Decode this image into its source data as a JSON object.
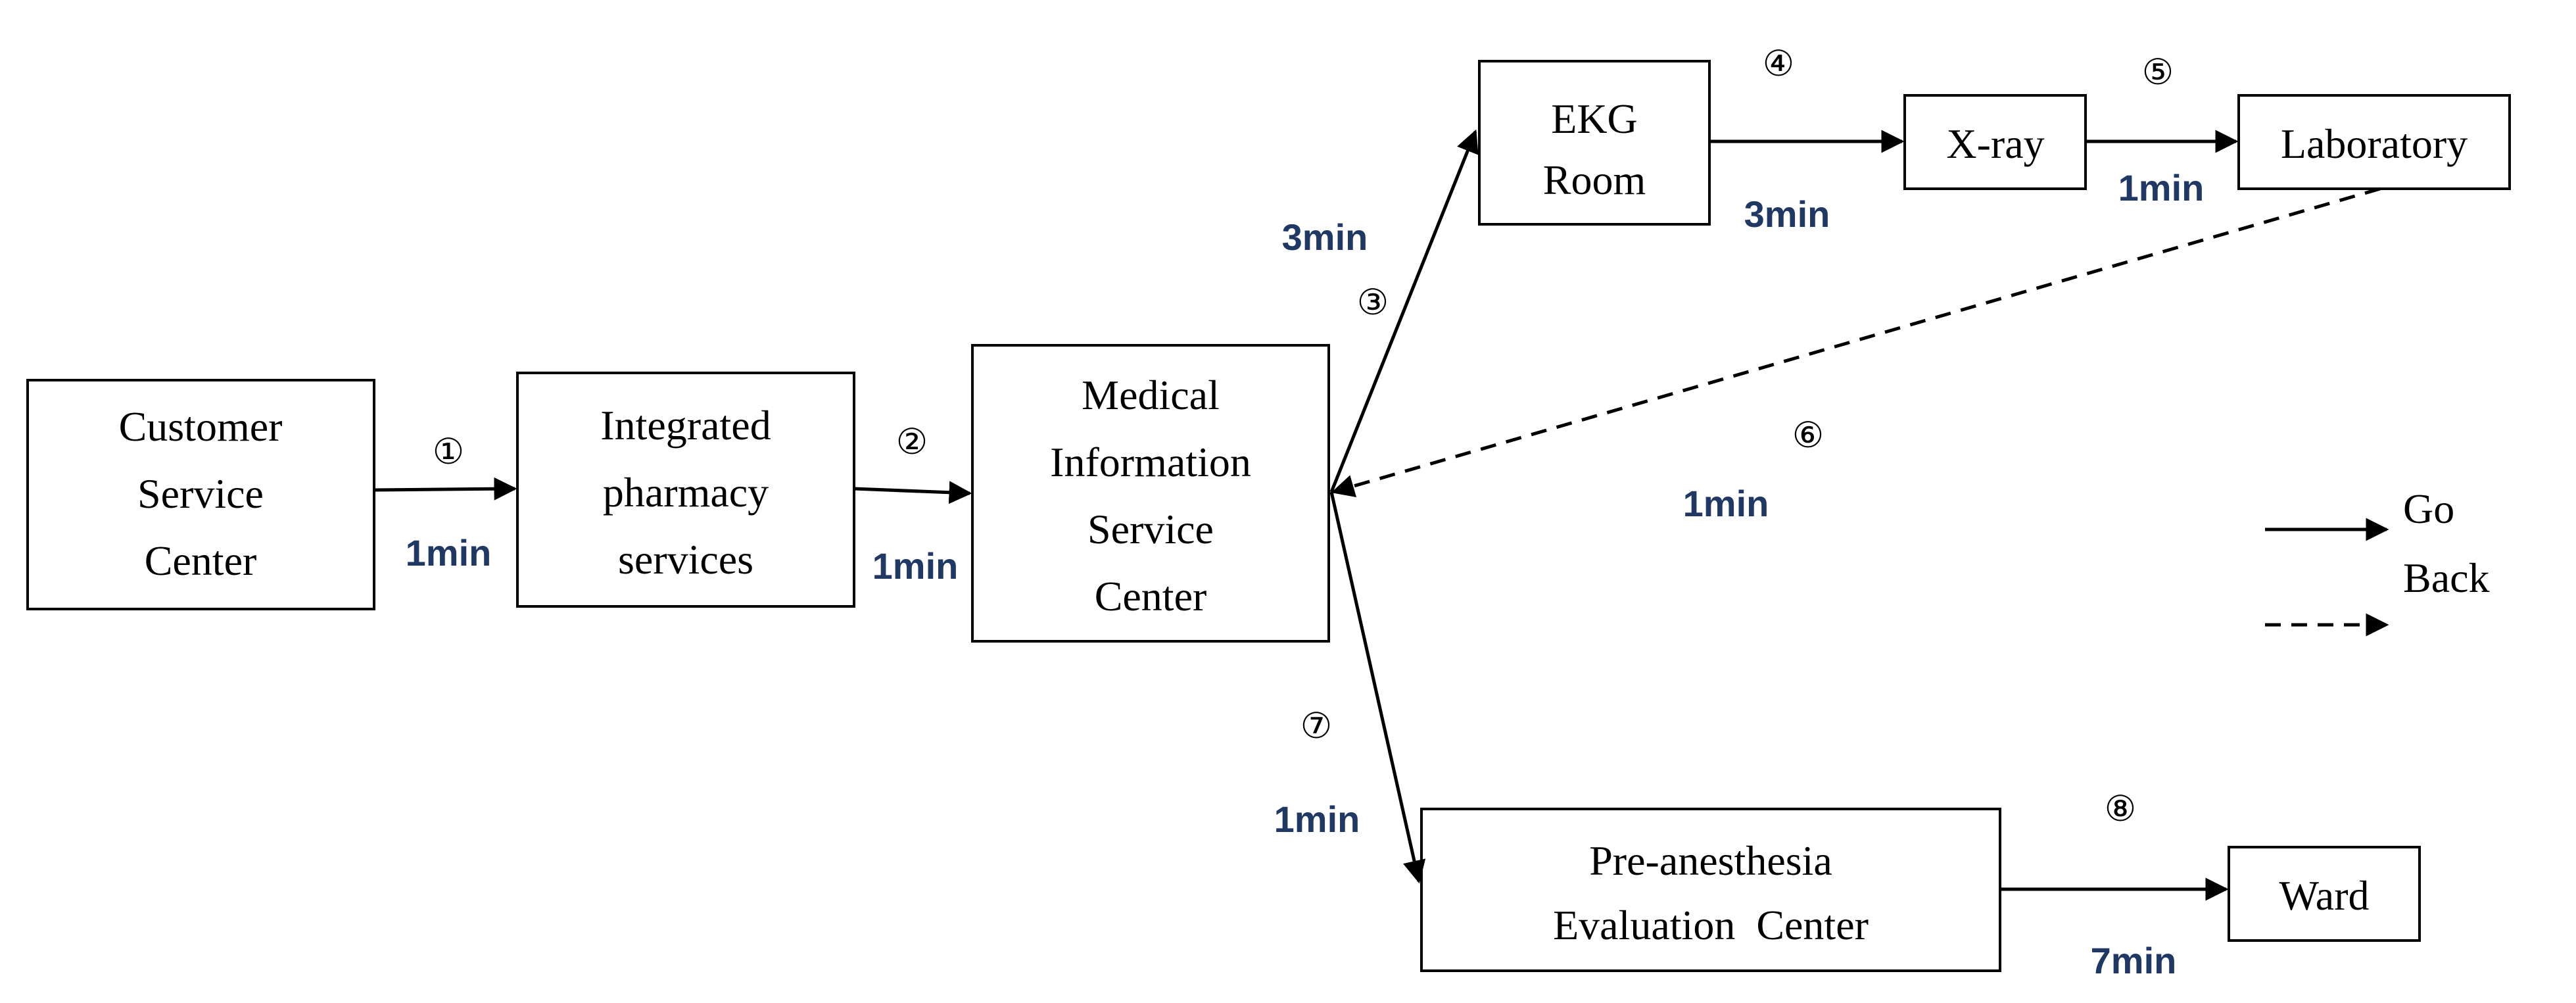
{
  "nodes": {
    "customer_service": {
      "lines": [
        "Customer",
        "Service",
        "Center"
      ]
    },
    "pharmacy": {
      "lines": [
        "Integrated",
        "pharmacy",
        "services"
      ]
    },
    "medical_info": {
      "lines": [
        "Medical",
        "Information",
        "Service",
        "Center"
      ]
    },
    "ekg": {
      "lines": [
        "EKG",
        "Room"
      ]
    },
    "xray": {
      "lines": [
        "X-ray"
      ]
    },
    "laboratory": {
      "lines": [
        "Laboratory"
      ]
    },
    "pre_anesthesia": {
      "lines": [
        "Pre-anesthesia",
        "Evaluation  Center"
      ]
    },
    "ward": {
      "lines": [
        "Ward"
      ]
    }
  },
  "edges": {
    "e1": {
      "step": "①",
      "time": "1min"
    },
    "e2": {
      "step": "②",
      "time": "1min"
    },
    "e3": {
      "step": "③",
      "time": "3min"
    },
    "e4": {
      "step": "④",
      "time": "3min"
    },
    "e5": {
      "step": "⑤",
      "time": "1min"
    },
    "e6": {
      "step": "⑥",
      "time": "1min"
    },
    "e7": {
      "step": "⑦",
      "time": "1min"
    },
    "e8": {
      "step": "⑧",
      "time": "7min"
    }
  },
  "legend": {
    "go": "Go",
    "back": "Back"
  },
  "colors": {
    "time_label": "#1f3864",
    "line": "#000000"
  }
}
